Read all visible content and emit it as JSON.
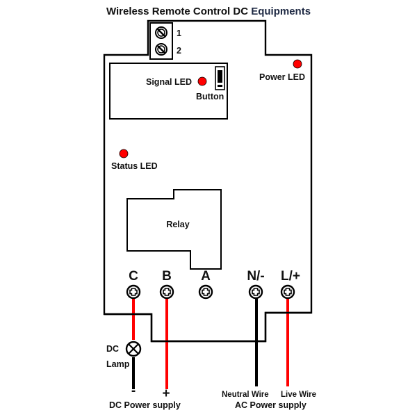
{
  "title": {
    "main": "Wireless Remote Control DC ",
    "accent": "Equipments",
    "accent_color": "#1f2a44"
  },
  "colors": {
    "led": "#ff0000",
    "red_wire": "#ff0000",
    "black_wire": "#000000",
    "outline": "#000000"
  },
  "input_terminal": {
    "labels": [
      "1",
      "2"
    ],
    "icon": "screw-terminal-icon"
  },
  "components": {
    "signal_led": "Signal LED",
    "button": "Button",
    "power_led": "Power LED",
    "status_led": "Status LED",
    "relay": "Relay"
  },
  "output_terminals": [
    {
      "label": "C",
      "wire": "red"
    },
    {
      "label": "B",
      "wire": "red"
    },
    {
      "label": "A",
      "wire": "none"
    },
    {
      "label": "N/-",
      "wire": "black"
    },
    {
      "label": "L/+",
      "wire": "red"
    }
  ],
  "dc_side": {
    "lamp_label_line1": "DC",
    "lamp_label_line2": "Lamp",
    "minus": "-",
    "plus": "+",
    "supply_label": "DC Power supply"
  },
  "ac_side": {
    "neutral_label": "Neutral Wire",
    "live_label": "Live Wire",
    "supply_label": "AC Power supply"
  }
}
